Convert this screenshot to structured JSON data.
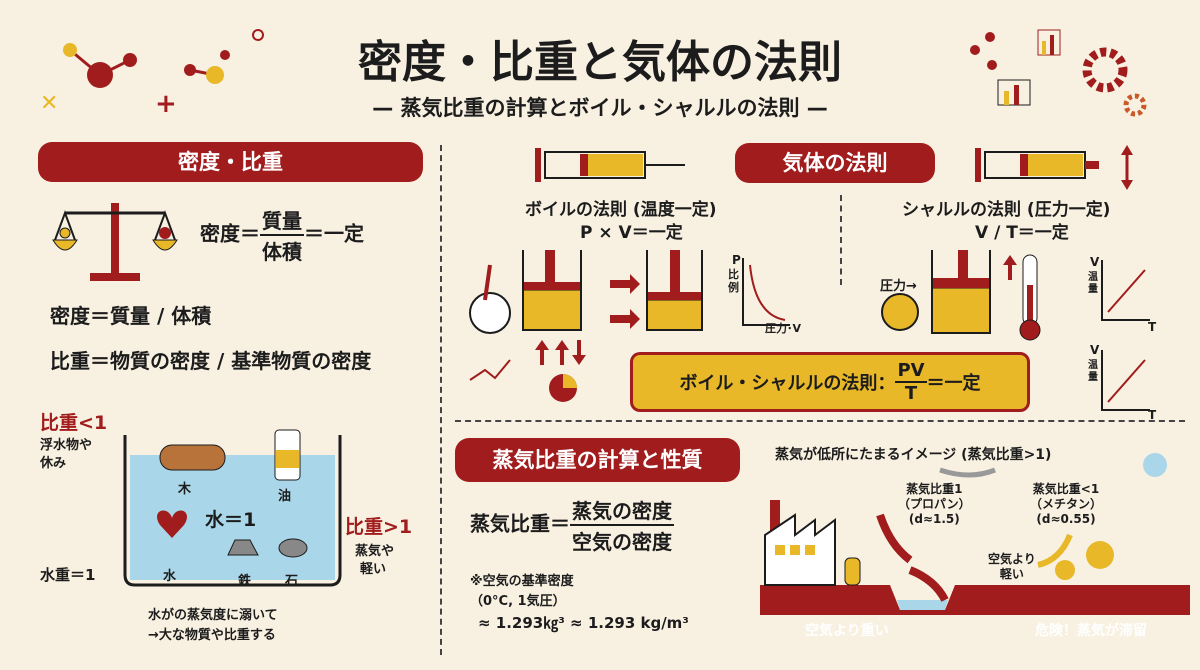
{
  "title": "密度・比重と気体の法則",
  "subtitle": "— 蒸気比重の計算とボイル・シャルルの法則 —",
  "density": {
    "heading": "密度・比重",
    "formula_lhs": "密度＝",
    "formula_num": "質量",
    "formula_den": "体積",
    "formula_rhs": "＝一定",
    "def1": "密度＝質量 / 体積",
    "def2": "比重＝物質の密度 / 基準物質の密度"
  },
  "tank": {
    "lt1": "比重<1",
    "lt1_sub1": "浮水物や",
    "lt1_sub2": "休み",
    "water_eq": "水重＝1",
    "gt1": "比重>1",
    "gt1_sub1": "蒸気や",
    "gt1_sub2": "軽い",
    "wood": "木",
    "oil": "油",
    "center": "水＝1",
    "water": "水",
    "iron": "鉄",
    "stone": "石",
    "caption1": "水がの蒸気度に溺いて",
    "caption2": "→大な物質や比重する"
  },
  "gas": {
    "heading": "気体の法則",
    "boyle_title": "ボイルの法則 (温度一定)",
    "boyle_formula": "P × V＝一定",
    "graph_p": "P",
    "graph_prop": "比例",
    "graph_x": "圧力･V",
    "charles_title": "シャルルの法則 (圧力一定)",
    "charles_formula": "V / T＝一定",
    "pressure_label": "圧力→",
    "v": "V",
    "temp_label": "温量",
    "t": "T",
    "combined_label": "ボイル・シャルルの法則：",
    "combined_num": "PV",
    "combined_den": "T",
    "combined_rhs": "＝一定"
  },
  "vapor": {
    "heading": "蒸気比重の計算と性質",
    "lhs": "蒸気比重＝",
    "num": "蒸気の密度",
    "den": "空気の密度",
    "note1": "※空気の基準密度",
    "note2": "（0°C, 1気圧）",
    "note3": "≈ 1.293㎏³ ≈ 1.293 kg/m³",
    "image_title": "蒸気が低所にたまるイメージ (蒸気比重>1)",
    "propane1": "蒸気比重1",
    "propane2": "（プロパン）",
    "propane3": "(d≈1.5)",
    "methane1": "蒸気比重<1",
    "methane2": "（メチタン）",
    "methane3": "(d≈0.55)",
    "lighter1": "空気より",
    "lighter2": "軽い",
    "heavier": "空気より重い",
    "danger": "危険！蒸気が滞留"
  },
  "colors": {
    "red": "#a11d1d",
    "yellow": "#e8b828",
    "blue": "#a9d6e8",
    "bg": "#f8f1e2"
  }
}
